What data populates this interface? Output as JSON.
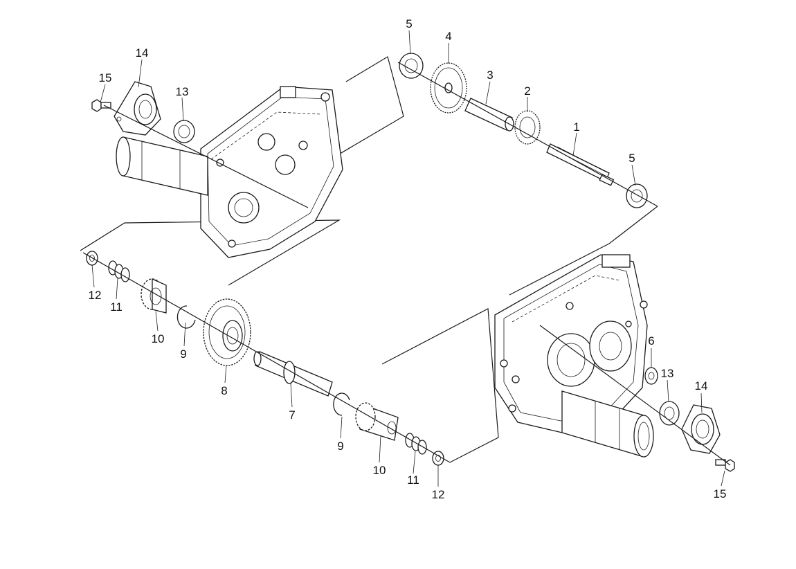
{
  "callouts": [
    {
      "id": "c5a",
      "text": "5"
    },
    {
      "id": "c4",
      "text": "4"
    },
    {
      "id": "c3",
      "text": "3"
    },
    {
      "id": "c2",
      "text": "2"
    },
    {
      "id": "c1",
      "text": "1"
    },
    {
      "id": "c5b",
      "text": "5"
    },
    {
      "id": "c14a",
      "text": "14"
    },
    {
      "id": "c15a",
      "text": "15"
    },
    {
      "id": "c13a",
      "text": "13"
    },
    {
      "id": "c12a",
      "text": "12"
    },
    {
      "id": "c11a",
      "text": "11"
    },
    {
      "id": "c10a",
      "text": "10"
    },
    {
      "id": "c9a",
      "text": "9"
    },
    {
      "id": "c8",
      "text": "8"
    },
    {
      "id": "c7",
      "text": "7"
    },
    {
      "id": "c9b",
      "text": "9"
    },
    {
      "id": "c10b",
      "text": "10"
    },
    {
      "id": "c11b",
      "text": "11"
    },
    {
      "id": "c12b",
      "text": "12"
    },
    {
      "id": "c6",
      "text": "6"
    },
    {
      "id": "c13b",
      "text": "13"
    },
    {
      "id": "c14b",
      "text": "14"
    },
    {
      "id": "c15b",
      "text": "15"
    }
  ]
}
